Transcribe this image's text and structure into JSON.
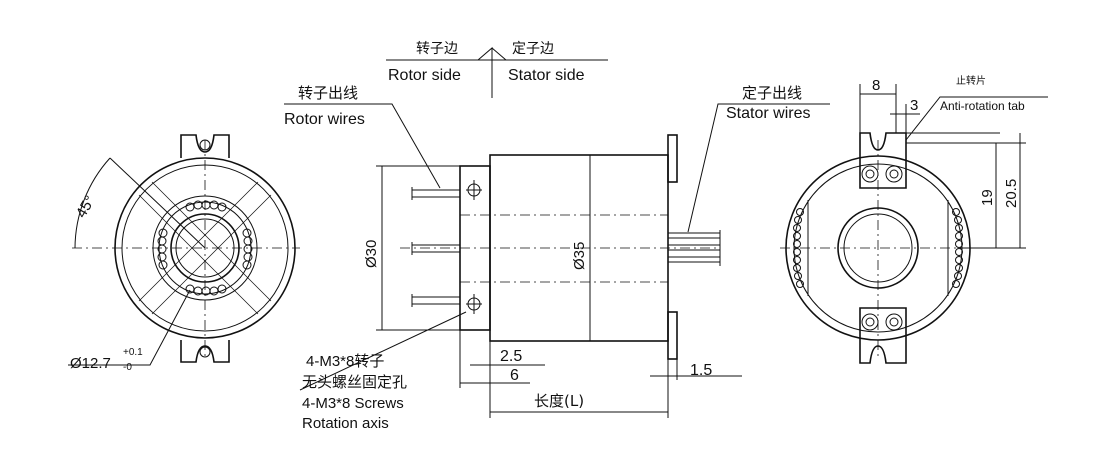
{
  "labels": {
    "rotor_side_cn": "转子边",
    "stator_side_cn": "定子边",
    "rotor_side": "Rotor side",
    "stator_side": "Stator side",
    "rotor_wires_cn": "转子出线",
    "rotor_wires": "Rotor wires",
    "stator_wires_cn": "定子出线",
    "stator_wires": "Stator wires",
    "anti_rotation_cn": "止转片",
    "anti_rotation": "Anti-rotation tab",
    "screws_cn_1": "4-M3*8转子",
    "screws_cn_2": "无头螺丝固定孔",
    "screws": "4-M3*8 Screws",
    "rotation_axis": "Rotation axis",
    "length": "长度(L)"
  },
  "dimensions": {
    "angle": "45°",
    "bore": "Ø12.7",
    "bore_tol_upper": "+0.1",
    "bore_tol_lower": "-0",
    "d30": "Ø30",
    "d35": "Ø35",
    "d2_5": "2.5",
    "d6": "6",
    "d1_5": "1.5",
    "d8": "8",
    "d3": "3",
    "d19": "19",
    "d20_5": "20.5"
  }
}
